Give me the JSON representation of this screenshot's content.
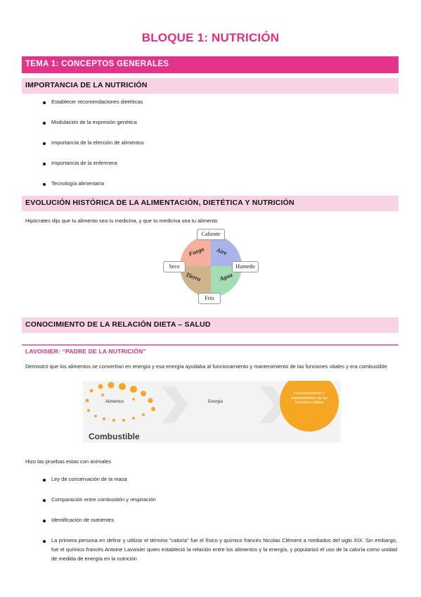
{
  "title": "BLOQUE 1: NUTRICIÓN",
  "tema": "TEMA 1: CONCEPTOS GENERALES",
  "sections": {
    "importancia": {
      "heading": "IMPORTANCIA DE LA NUTRICIÓN",
      "bullets": [
        "Establecer recomendaciones dietéticas",
        "Modulación de la expresión genética",
        "Importancia de la elección de alimentos",
        "Importancia de la enfermera",
        "Tecnología alimentaria"
      ]
    },
    "evolucion": {
      "heading": "EVOLUCIÓN HISTÓRICA DE LA ALIMENTACIÓN, DIETÉTICA Y NUTRICIÓN",
      "text": "Hipócrates dijo que tu alimento sea tu medicina, y que tu medicina sea tu alimento",
      "diagram": {
        "top": "Caliente",
        "right": "Humedo",
        "bottom": "Frio",
        "left": "Seco",
        "quadrants": [
          "Fuego",
          "Aire",
          "Tierra",
          "Agua"
        ],
        "colors": {
          "fuego": "#f4b09c",
          "aire": "#a9b4ea",
          "tierra": "#cdb48c",
          "agua": "#a4dcb4"
        }
      }
    },
    "relacion": {
      "heading": "CONOCIMIENTO DE LA RELACIÓN DIETA – SALUD",
      "lavoisier": "LAVOISIER: “PADRE DE LA NUTRICIÓN”",
      "text": "Demostró que los alimentos se convertían en energía y esa energía ayudaba al funcionamiento y mantenimiento de las funciones vitales y era combustible",
      "graphic": {
        "alimentos": "Alimentos",
        "energia": "Energía",
        "result": "Funcionamiento y mantenimiento de las funciones vitales",
        "caption": "Combustible",
        "accent": "#f5a623"
      },
      "pruebas": "Hizo las pruebas estas con animales",
      "bullets": [
        "Ley de conservación de la masa",
        "Comparación entre combustión y respiración",
        "Identificación de nutrientes"
      ],
      "last_bullet": "La primera persona en definir y utilizar el término \"caloría\" fue el físico y químico francés Nicolas Clément a mediados del siglo XIX. Sin embargo, fue el químico francés Antoine Lavoisier quien estableció la relación entre los alimentos y la energía, y popularizó el uso de la caloría como unidad de medida de energía en la nutrición"
    }
  },
  "colors": {
    "accent": "#e3338a",
    "section_bg": "#f8d3e3"
  }
}
